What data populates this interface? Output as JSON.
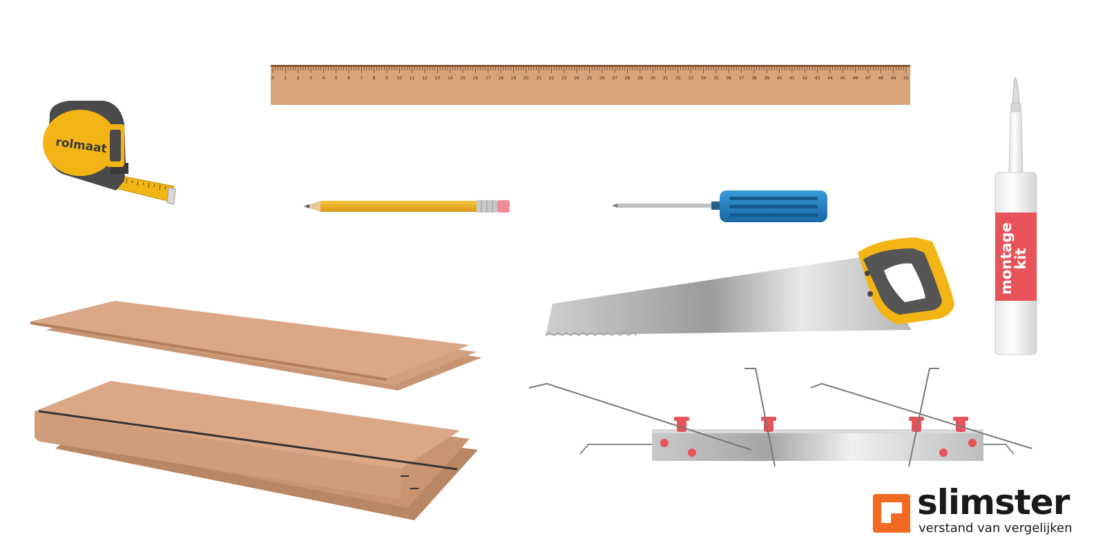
{
  "tools": {
    "tape_measure": {
      "label": "rolmaat",
      "icon": "tape-measure-icon"
    },
    "ruler": {
      "icon": "ruler-icon",
      "ticks": [
        "0",
        "1",
        "2",
        "3",
        "4",
        "5",
        "6",
        "7",
        "8",
        "9",
        "10",
        "11",
        "12",
        "13",
        "14",
        "15",
        "16",
        "17",
        "18",
        "19",
        "20",
        "21",
        "22",
        "23",
        "24",
        "25",
        "26",
        "27",
        "28",
        "29",
        "30",
        "31",
        "32",
        "33",
        "34",
        "35",
        "36",
        "37",
        "38",
        "39",
        "40",
        "41",
        "42",
        "43",
        "44",
        "45",
        "46",
        "47",
        "48",
        "49",
        "50"
      ]
    },
    "pencil": {
      "icon": "pencil-icon"
    },
    "screwdriver": {
      "icon": "screwdriver-icon"
    },
    "saw": {
      "icon": "hand-saw-icon"
    },
    "sealant": {
      "label_line1": "montage",
      "label_line2": "kit",
      "icon": "sealant-tube-icon"
    },
    "laminate_boards": {
      "icon": "laminate-boards-icon"
    },
    "stair_treads": {
      "icon": "stair-treads-icon"
    },
    "mounting_rail": {
      "icon": "mounting-rail-icon"
    }
  },
  "brand": {
    "name": "slimster",
    "tagline": "verstand van vergelijken",
    "logo_color": "#f26a21"
  },
  "colors": {
    "wood": "#d9a47a",
    "tape_yellow": "#f2b515",
    "screwdriver_blue": "#1f7fc0",
    "accent_red": "#e8535a"
  }
}
